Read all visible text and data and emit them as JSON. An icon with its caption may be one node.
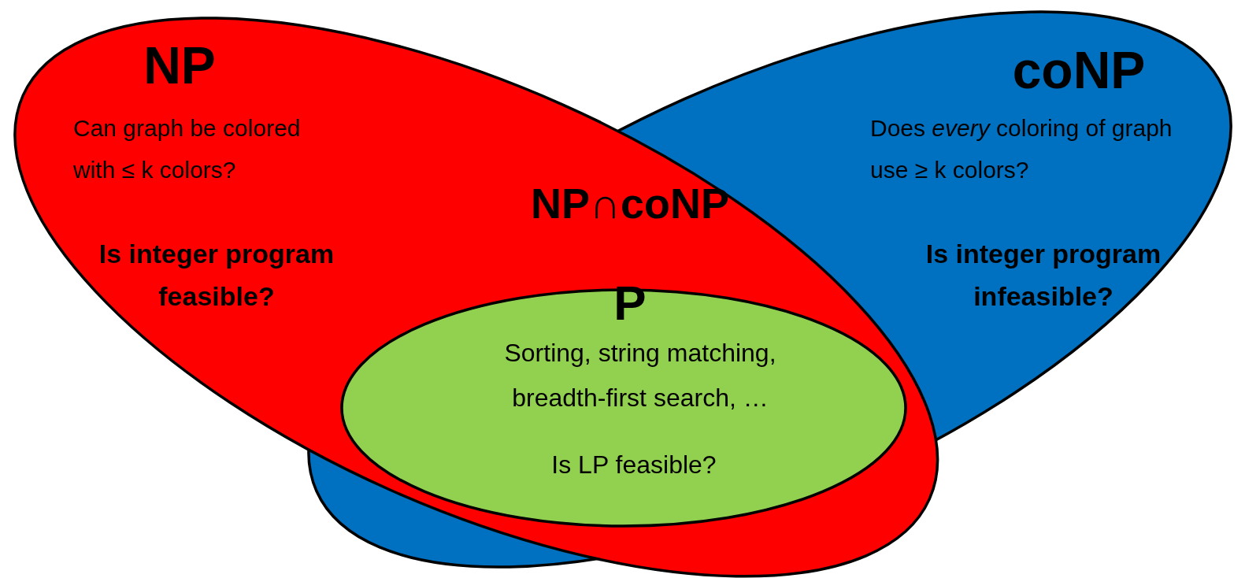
{
  "diagram": {
    "nodes": [
      {
        "text": [
          "NP",
          "Can graph be colored with ≤ k colors?",
          "Is integer program feasible?"
        ]
      },
      {
        "text": [
          "coNP",
          "Does *every* coloring of graph use ≥ k colors?",
          "Is integer program infeasible?"
        ]
      },
      {
        "text": [
          "P",
          "Sorting, string matching, breadth-first search, …",
          "Is LP feasible?"
        ]
      }
    ],
    "labels": [
      "NP∩coNP"
    ]
  }
}
